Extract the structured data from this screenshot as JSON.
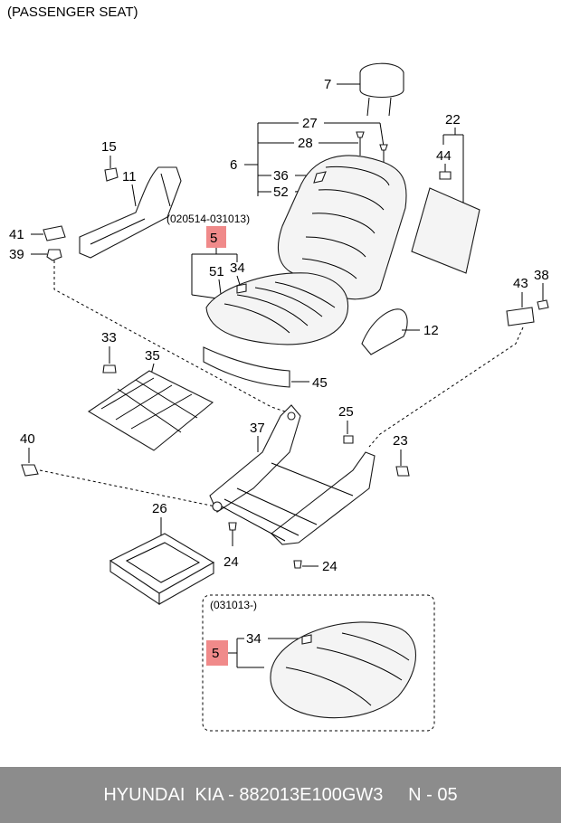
{
  "header": {
    "title": "(PASSENGER SEAT)"
  },
  "colors": {
    "highlight": "#f08a8a",
    "footer_bg": "#8c8c8c",
    "footer_text": "#ffffff"
  },
  "period_labels": {
    "upper": "(020514-031013)",
    "lower": "(031013-)"
  },
  "callouts": {
    "c7": "7",
    "c27": "27",
    "c28": "28",
    "c6": "6",
    "c36": "36",
    "c52": "52",
    "c22": "22",
    "c44": "44",
    "c15": "15",
    "c11": "11",
    "c41": "41",
    "c39": "39",
    "c5": "5",
    "c51": "51",
    "c34": "34",
    "c43": "43",
    "c38": "38",
    "c12": "12",
    "c33": "33",
    "c35": "35",
    "c45": "45",
    "c25": "25",
    "c37": "37",
    "c23": "23",
    "c40": "40",
    "c26": "26",
    "c24a": "24",
    "c24b": "24",
    "c5b": "5",
    "c34b": "34"
  },
  "footer": {
    "text": "HYUNDAI  KIA - 882013E100GW3     N - 05"
  }
}
